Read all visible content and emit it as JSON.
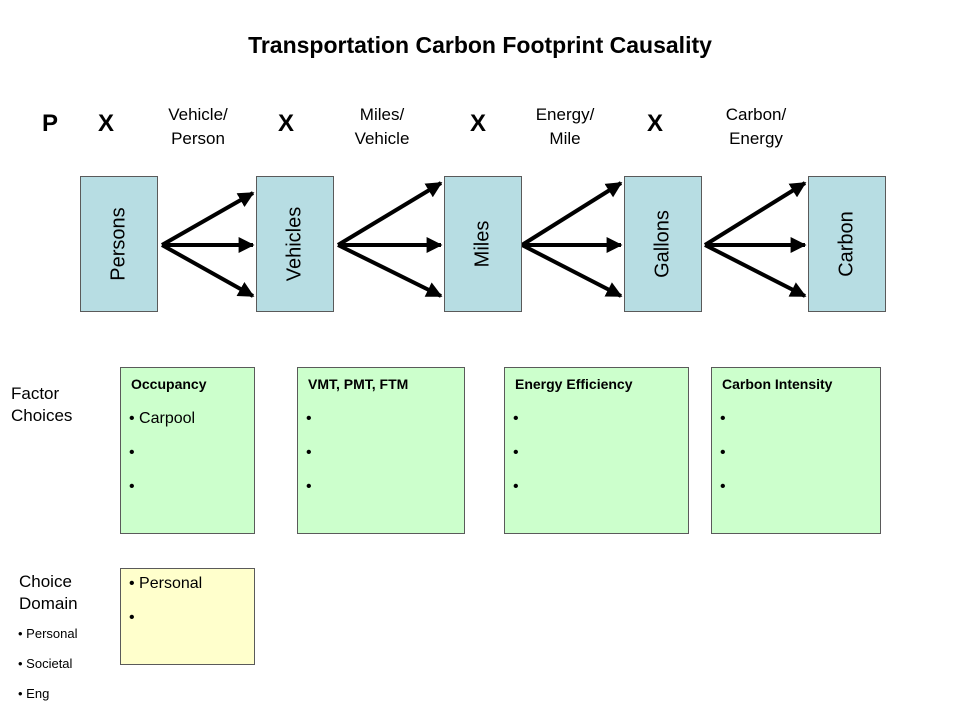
{
  "title": "Transportation Carbon Footprint Causality",
  "equation": {
    "p": "P",
    "x1": "X",
    "x2": "X",
    "x3": "X",
    "x4": "X",
    "factor1": {
      "line1": "Vehicle/",
      "line2": "Person"
    },
    "factor2": {
      "line1": "Miles/",
      "line2": "Vehicle"
    },
    "factor3": {
      "line1": "Energy/",
      "line2": "Mile"
    },
    "factor4": {
      "line1": "Carbon/",
      "line2": "Energy"
    }
  },
  "stages": [
    "Persons",
    "Vehicles",
    "Miles",
    "Gallons",
    "Carbon"
  ],
  "factor_choices": {
    "label_line1": "Factor",
    "label_line2": "Choices",
    "boxes": [
      {
        "heading": "Occupancy",
        "items": [
          "Carpool",
          "",
          ""
        ]
      },
      {
        "heading": "VMT, PMT, FTM",
        "items": [
          "",
          "",
          ""
        ]
      },
      {
        "heading": "Energy Efficiency",
        "items": [
          "",
          "",
          ""
        ]
      },
      {
        "heading": "Carbon Intensity",
        "items": [
          "",
          "",
          ""
        ]
      }
    ]
  },
  "choice_domain": {
    "label_line1": "Choice",
    "label_line2": "Domain",
    "items": [
      "Personal",
      "Societal",
      "Eng"
    ],
    "box_items": [
      "Personal",
      ""
    ]
  },
  "colors": {
    "stage_fill": "#b7dde3",
    "factor_fill": "#ccffcc",
    "domain_fill": "#ffffcc"
  }
}
